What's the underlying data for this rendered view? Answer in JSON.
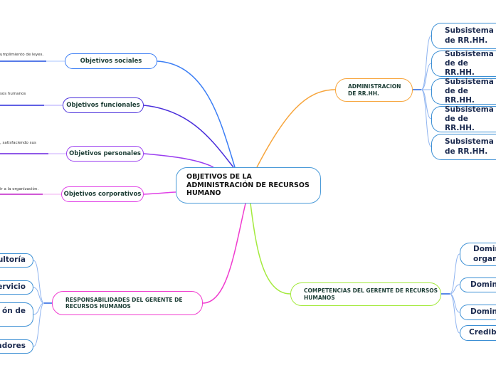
{
  "central": {
    "title": "OBJETIVOS DE LA ADMINISTRACIÓN DE RECURSOS HUMANO"
  },
  "objectives": [
    {
      "label": "Objetivos sociales",
      "note": "umplimiento de leyes.",
      "color": "#3b7ef5"
    },
    {
      "label": "Objetivos funcionales",
      "note": "sos humanos",
      "color": "#4a2fdb"
    },
    {
      "label": "Objetivos personales",
      "note": ", satisfaciendo sus",
      "color": "#9a3df0"
    },
    {
      "label": "Objetivos corporativos",
      "note": "ir a la organización.",
      "color": "#e040e6"
    }
  ],
  "administracion": {
    "label": "ADMINISTRACION DE RR.HH.",
    "color": "#f7a53c",
    "subsystems": [
      "Subsistema de RR.HH.",
      "Subsistema  de de RR.HH.",
      "Subsistema de de RR.HH.",
      "Subsistema de de RR.HH.",
      "Subsistema de RR.HH."
    ]
  },
  "competencias": {
    "label": "COMPETENCIAS  DEL GERENTE DE RECURSOS HUMANOS",
    "color": "#a4ea3e",
    "items": [
      "Domin organi",
      "Dominio",
      "Dominio",
      "Credibil"
    ]
  },
  "responsabilidades": {
    "label": "RESPONSABILIDADES DEL GERENTE DE RECURSOS HUMANOS",
    "color": "#f03ccf",
    "items": [
      "ultoría",
      "Servicio",
      "ón de",
      "adores"
    ]
  },
  "colors": {
    "central_border": "#4a9ad8",
    "sub_border": "#3b8fd4",
    "text": "#1c3d35"
  }
}
